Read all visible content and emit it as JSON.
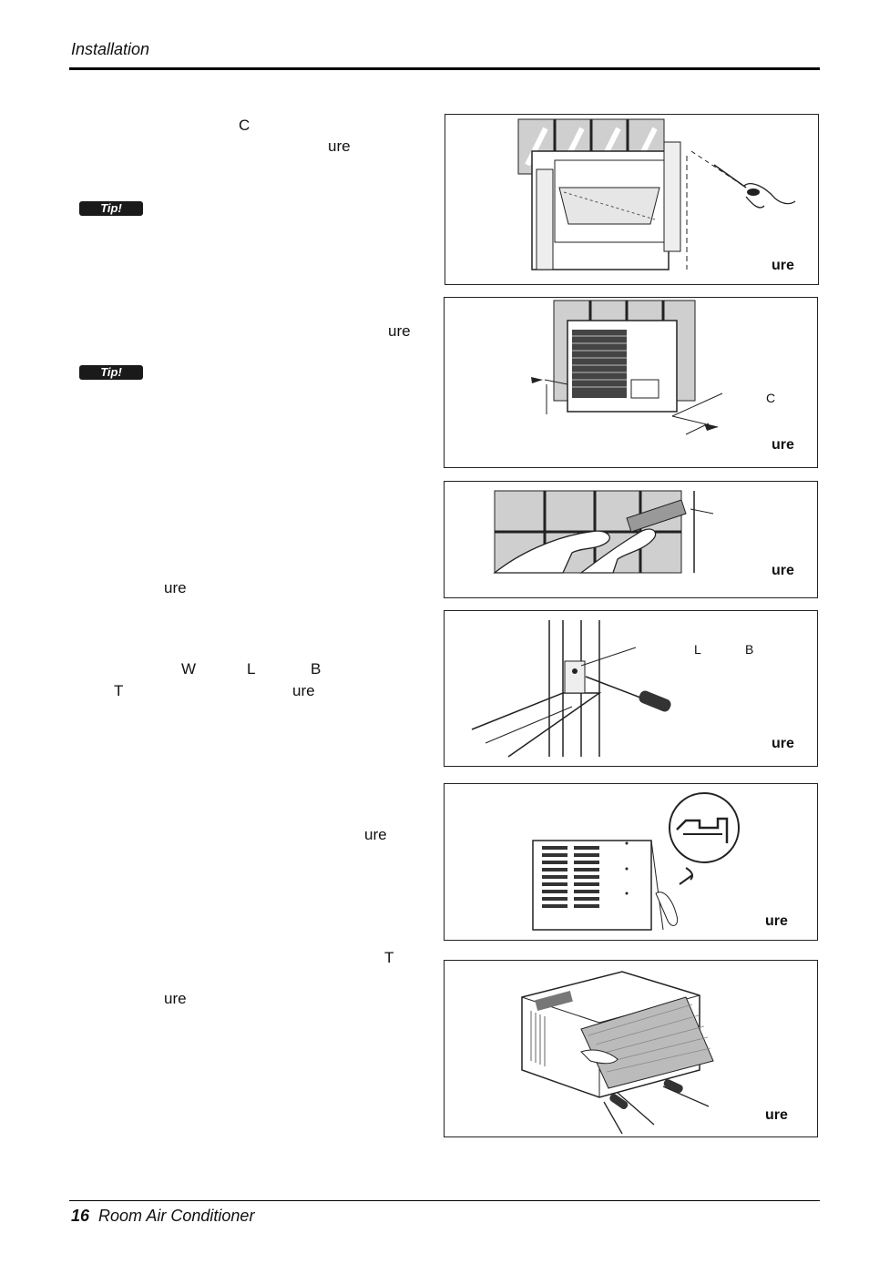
{
  "header": {
    "title": "Installation"
  },
  "text": {
    "t1": "C",
    "t2": "ure",
    "t3": "ure",
    "t4": "ure",
    "t5": "W",
    "t6": "L",
    "t7": "B",
    "t8": "T",
    "t9": "ure",
    "t10": "ure",
    "t11": "T",
    "t12": "ure"
  },
  "tips": [
    "Tip!",
    "Tip!"
  ],
  "figures": [
    {
      "label": "ure"
    },
    {
      "label": "ure",
      "callout": "C"
    },
    {
      "label": "ure"
    },
    {
      "label": "ure",
      "callout_l": "L",
      "callout_b": "B"
    },
    {
      "label": "ure"
    },
    {
      "label": "ure"
    }
  ],
  "footer": {
    "page_number": "16",
    "title": "Room Air Conditioner"
  }
}
